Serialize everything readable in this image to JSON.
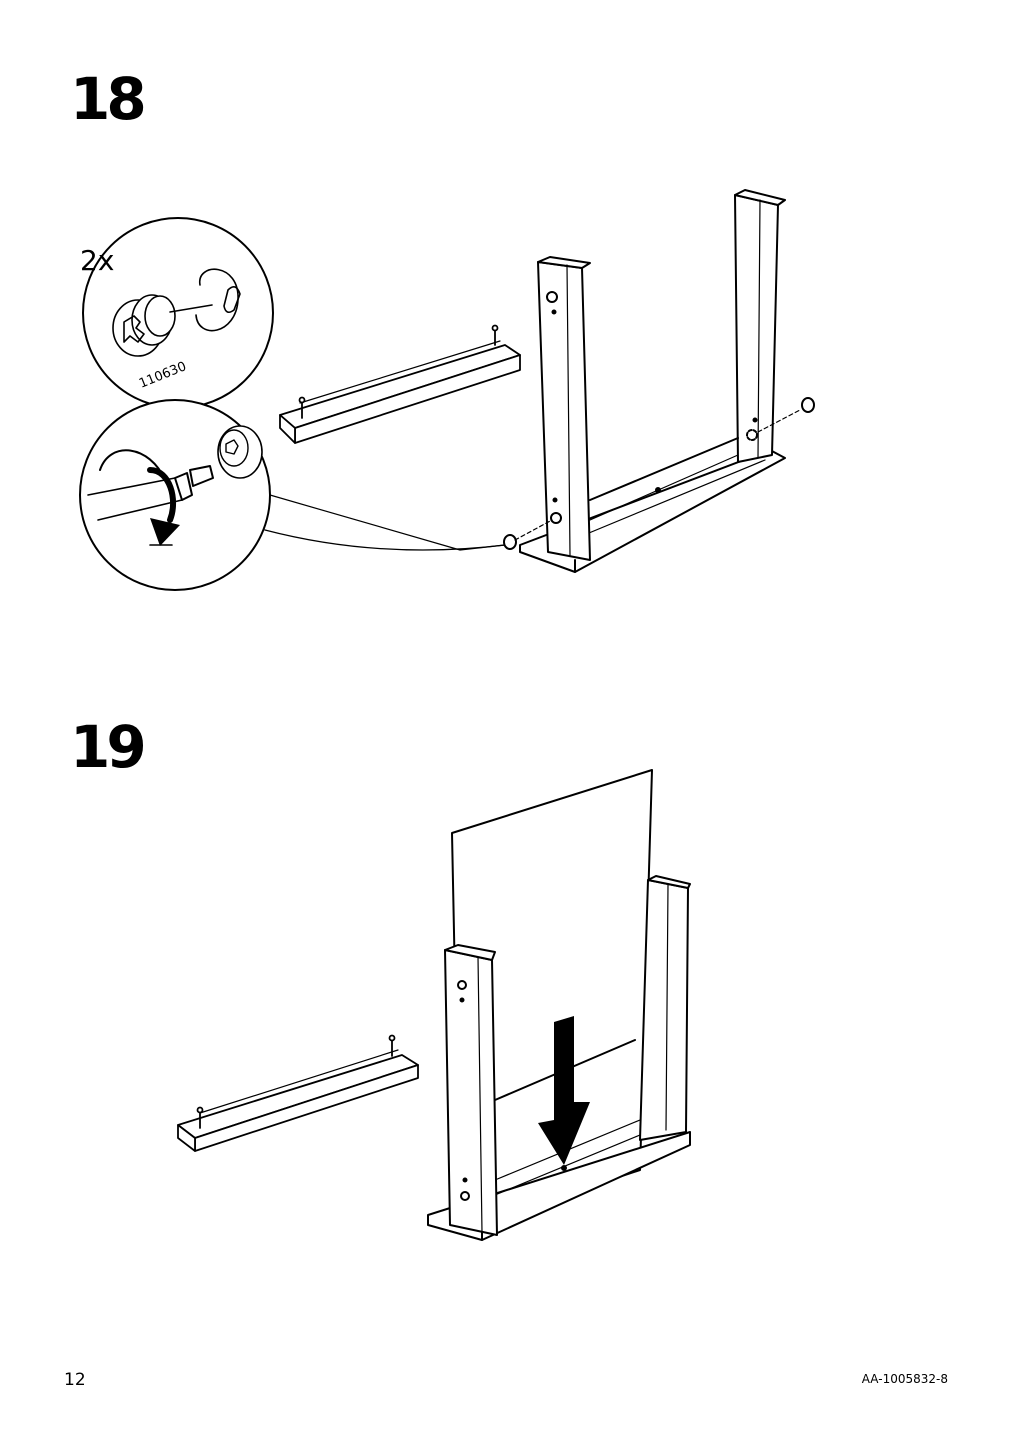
{
  "steps": [
    {
      "number": "18",
      "callout": {
        "quantity": "2x",
        "part_number": "110630"
      }
    },
    {
      "number": "19"
    }
  ],
  "footer": {
    "page_number": "12",
    "doc_code": "AA-1005832-8"
  }
}
